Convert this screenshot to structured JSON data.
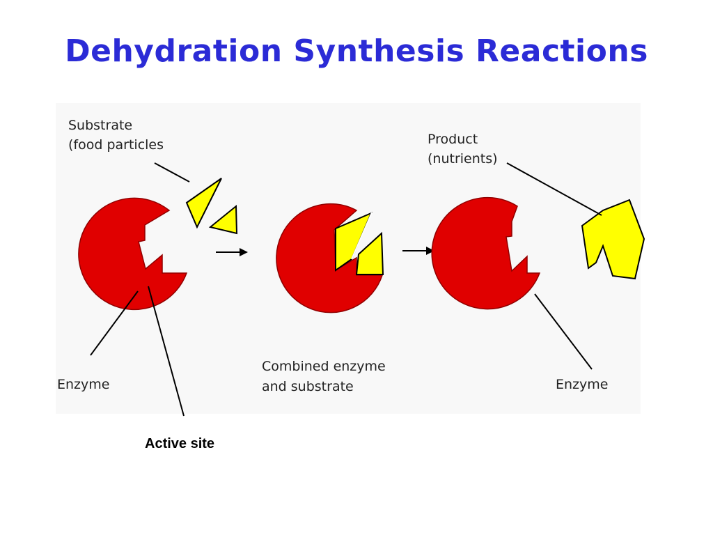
{
  "title": "Dehydration Synthesis Reactions",
  "labels": {
    "substrate_line1": "Substrate",
    "substrate_line2": "(food particles",
    "product_line1": "Product",
    "product_line2": "(nutrients)",
    "enzyme_left": "Enzyme",
    "combined_line1": "Combined enzyme",
    "combined_line2": "and substrate",
    "enzyme_right": "Enzyme",
    "active_site": "Active site"
  },
  "colors": {
    "title": "#2b2bd6",
    "enzyme": "#e00000",
    "substrate": "#ffff00",
    "outline": "#000000",
    "diagram_background": "#f7f7f7"
  }
}
